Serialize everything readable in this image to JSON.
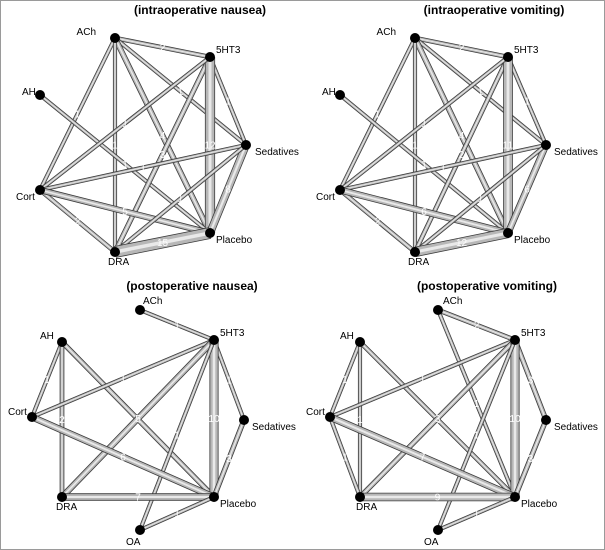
{
  "panels": [
    {
      "title": "(intraoperative nausea)",
      "nodes": [
        {
          "id": "ACh",
          "label": "ACh"
        },
        {
          "id": "5HT3",
          "label": "5HT3"
        },
        {
          "id": "AH",
          "label": "AH"
        },
        {
          "id": "Sedatives",
          "label": "Sedatives"
        },
        {
          "id": "Cort",
          "label": "Cort"
        },
        {
          "id": "DRA",
          "label": "DRA"
        },
        {
          "id": "Placebo",
          "label": "Placebo"
        }
      ],
      "edges": [
        {
          "from": "ACh",
          "to": "5HT3",
          "label": "2"
        },
        {
          "from": "ACh",
          "to": "Cort",
          "label": "1"
        },
        {
          "from": "ACh",
          "to": "Sedatives",
          "label": "1"
        },
        {
          "from": "ACh",
          "to": "Placebo",
          "label": "4"
        },
        {
          "from": "ACh",
          "to": "DRA",
          "label": "1"
        },
        {
          "from": "AH",
          "to": "Placebo",
          "label": "1"
        },
        {
          "from": "5HT3",
          "to": "DRA",
          "label": "3"
        },
        {
          "from": "5HT3",
          "to": "Sedatives",
          "label": "1"
        },
        {
          "from": "5HT3",
          "to": "Placebo",
          "label": "12"
        },
        {
          "from": "5HT3",
          "to": "Cort",
          "label": "1"
        },
        {
          "from": "Cort",
          "to": "Sedatives",
          "label": "1"
        },
        {
          "from": "Cort",
          "to": "DRA",
          "label": "2"
        },
        {
          "from": "Cort",
          "to": "Placebo",
          "label": "5"
        },
        {
          "from": "Sedatives",
          "to": "Placebo",
          "label": "8"
        },
        {
          "from": "Sedatives",
          "to": "DRA",
          "label": "1"
        },
        {
          "from": "DRA",
          "to": "Placebo",
          "label": "15"
        }
      ]
    },
    {
      "title": "(intraoperative vomiting)",
      "nodes": [
        {
          "id": "ACh",
          "label": "ACh"
        },
        {
          "id": "5HT3",
          "label": "5HT3"
        },
        {
          "id": "AH",
          "label": "AH"
        },
        {
          "id": "Sedatives",
          "label": "Sedatives"
        },
        {
          "id": "Cort",
          "label": "Cort"
        },
        {
          "id": "DRA",
          "label": "DRA"
        },
        {
          "id": "Placebo",
          "label": "Placebo"
        }
      ],
      "edges": [
        {
          "from": "ACh",
          "to": "5HT3",
          "label": "2"
        },
        {
          "from": "ACh",
          "to": "Cort",
          "label": "1"
        },
        {
          "from": "ACh",
          "to": "Sedatives",
          "label": "1"
        },
        {
          "from": "ACh",
          "to": "Placebo",
          "label": "4"
        },
        {
          "from": "ACh",
          "to": "DRA",
          "label": "1"
        },
        {
          "from": "AH",
          "to": "Placebo",
          "label": "1"
        },
        {
          "from": "5HT3",
          "to": "DRA",
          "label": "2"
        },
        {
          "from": "5HT3",
          "to": "Sedatives",
          "label": "1"
        },
        {
          "from": "5HT3",
          "to": "Placebo",
          "label": "11"
        },
        {
          "from": "5HT3",
          "to": "Cort",
          "label": "1"
        },
        {
          "from": "Cort",
          "to": "Sedatives",
          "label": "1"
        },
        {
          "from": "Cort",
          "to": "DRA",
          "label": "2"
        },
        {
          "from": "Cort",
          "to": "Placebo",
          "label": "6"
        },
        {
          "from": "Sedatives",
          "to": "Placebo",
          "label": "6"
        },
        {
          "from": "Sedatives",
          "to": "DRA",
          "label": "1"
        },
        {
          "from": "DRA",
          "to": "Placebo",
          "label": "12"
        }
      ]
    },
    {
      "title": "(postoperative nausea)",
      "nodes": [
        {
          "id": "ACh",
          "label": "ACh"
        },
        {
          "id": "5HT3",
          "label": "5HT3"
        },
        {
          "id": "AH",
          "label": "AH"
        },
        {
          "id": "Sedatives",
          "label": "Sedatives"
        },
        {
          "id": "Cort",
          "label": "Cort"
        },
        {
          "id": "DRA",
          "label": "DRA"
        },
        {
          "id": "Placebo",
          "label": "Placebo"
        },
        {
          "id": "OA",
          "label": "OA"
        }
      ],
      "edges": [
        {
          "from": "ACh",
          "to": "5HT3",
          "label": "1"
        },
        {
          "from": "AH",
          "to": "Cort",
          "label": "1"
        },
        {
          "from": "AH",
          "to": "DRA",
          "label": "2"
        },
        {
          "from": "AH",
          "to": "Placebo",
          "label": "3"
        },
        {
          "from": "5HT3",
          "to": "Cort",
          "label": "1"
        },
        {
          "from": "5HT3",
          "to": "DRA",
          "label": "5"
        },
        {
          "from": "5HT3",
          "to": "Sedatives",
          "label": "1"
        },
        {
          "from": "5HT3",
          "to": "Placebo",
          "label": "10"
        },
        {
          "from": "5HT3",
          "to": "OA",
          "label": "1"
        },
        {
          "from": "Cort",
          "to": "Placebo",
          "label": "6"
        },
        {
          "from": "Sedatives",
          "to": "Placebo",
          "label": "3"
        },
        {
          "from": "DRA",
          "to": "Placebo",
          "label": "7"
        },
        {
          "from": "OA",
          "to": "Placebo",
          "label": "1"
        }
      ]
    },
    {
      "title": "(postoperative vomiting)",
      "nodes": [
        {
          "id": "ACh",
          "label": "ACh"
        },
        {
          "id": "5HT3",
          "label": "5HT3"
        },
        {
          "id": "AH",
          "label": "AH"
        },
        {
          "id": "Sedatives",
          "label": "Sedatives"
        },
        {
          "id": "Cort",
          "label": "Cort"
        },
        {
          "id": "DRA",
          "label": "DRA"
        },
        {
          "id": "Placebo",
          "label": "Placebo"
        },
        {
          "id": "OA",
          "label": "OA"
        }
      ],
      "edges": [
        {
          "from": "ACh",
          "to": "5HT3",
          "label": "2"
        },
        {
          "from": "ACh",
          "to": "Placebo",
          "label": "1"
        },
        {
          "from": "AH",
          "to": "Cort",
          "label": "1"
        },
        {
          "from": "AH",
          "to": "DRA",
          "label": "1"
        },
        {
          "from": "AH",
          "to": "Placebo",
          "label": "2"
        },
        {
          "from": "5HT3",
          "to": "Cort",
          "label": "1"
        },
        {
          "from": "5HT3",
          "to": "DRA",
          "label": "3"
        },
        {
          "from": "5HT3",
          "to": "Sedatives",
          "label": "3"
        },
        {
          "from": "5HT3",
          "to": "Placebo",
          "label": "10"
        },
        {
          "from": "5HT3",
          "to": "OA",
          "label": "1"
        },
        {
          "from": "Cort",
          "to": "DRA",
          "label": "1"
        },
        {
          "from": "Cort",
          "to": "Placebo",
          "label": "7"
        },
        {
          "from": "Sedatives",
          "to": "Placebo",
          "label": "3"
        },
        {
          "from": "DRA",
          "to": "Placebo",
          "label": "9"
        },
        {
          "from": "OA",
          "to": "Placebo",
          "label": "1"
        }
      ]
    }
  ]
}
